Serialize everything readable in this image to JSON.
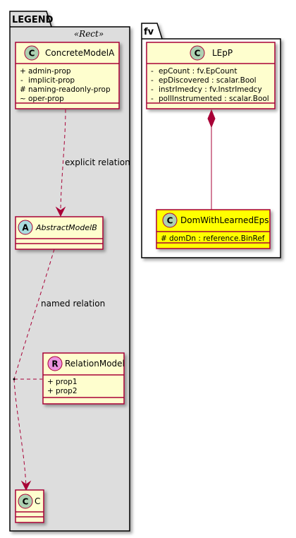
{
  "legend_package": {
    "title": "LEGEND",
    "stereotype": "«Rect»",
    "classes": {
      "concrete": {
        "kind": "C",
        "name": "ConcreteModelA",
        "attrs": [
          {
            "vis": "+",
            "text": "admin-prop"
          },
          {
            "vis": "-",
            "text": "implicit-prop"
          },
          {
            "vis": "#",
            "text": "naming-readonly-prop"
          },
          {
            "vis": "~",
            "text": "oper-prop"
          }
        ]
      },
      "abstract": {
        "kind": "A",
        "name": "AbstractModelB"
      },
      "relation": {
        "kind": "R",
        "name": "RelationModel",
        "attrs": [
          {
            "vis": "+",
            "text": "prop1"
          },
          {
            "vis": "+",
            "text": "prop2"
          }
        ]
      },
      "c": {
        "kind": "C",
        "name": "C"
      }
    },
    "edges": {
      "explicit": "explicit relation",
      "named": "named relation"
    }
  },
  "fv_package": {
    "title": "fv",
    "classes": {
      "lepp": {
        "kind": "C",
        "name": "LEpP",
        "attrs": [
          {
            "vis": "-",
            "text": "epCount : fv.EpCount"
          },
          {
            "vis": "-",
            "text": "epDiscovered : scalar.Bool"
          },
          {
            "vis": "-",
            "text": "instrImedcy : fv.InstrImedcy"
          },
          {
            "vis": "-",
            "text": "pollInstrumented : scalar.Bool"
          }
        ]
      },
      "dom": {
        "kind": "C",
        "name": "DomWithLearnedEps",
        "attrs": [
          {
            "vis": "#",
            "text": "domDn : reference.BinRef"
          }
        ]
      }
    }
  },
  "colors": {
    "class_fill": "#fefece",
    "class_border": "#a80036",
    "highlight_fill": "#ffff00",
    "legend_bg": "#dddddd",
    "circle_class": "#add1b2",
    "circle_abstract": "#a9dcdf",
    "circle_relation": "#eb93df"
  }
}
